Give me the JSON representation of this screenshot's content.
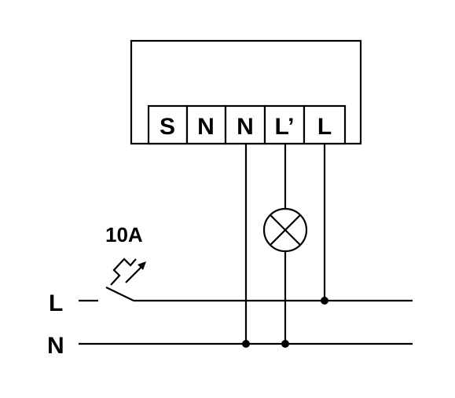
{
  "device": {
    "terminals": [
      "S",
      "N",
      "N",
      "L’",
      "L"
    ]
  },
  "lines": {
    "live_label": "L",
    "neutral_label": "N"
  },
  "breaker": {
    "rating": "10A"
  },
  "icons": [
    "lamp-icon",
    "breaker-icon"
  ],
  "colors": {
    "stroke": "#000000",
    "background": "#ffffff"
  }
}
